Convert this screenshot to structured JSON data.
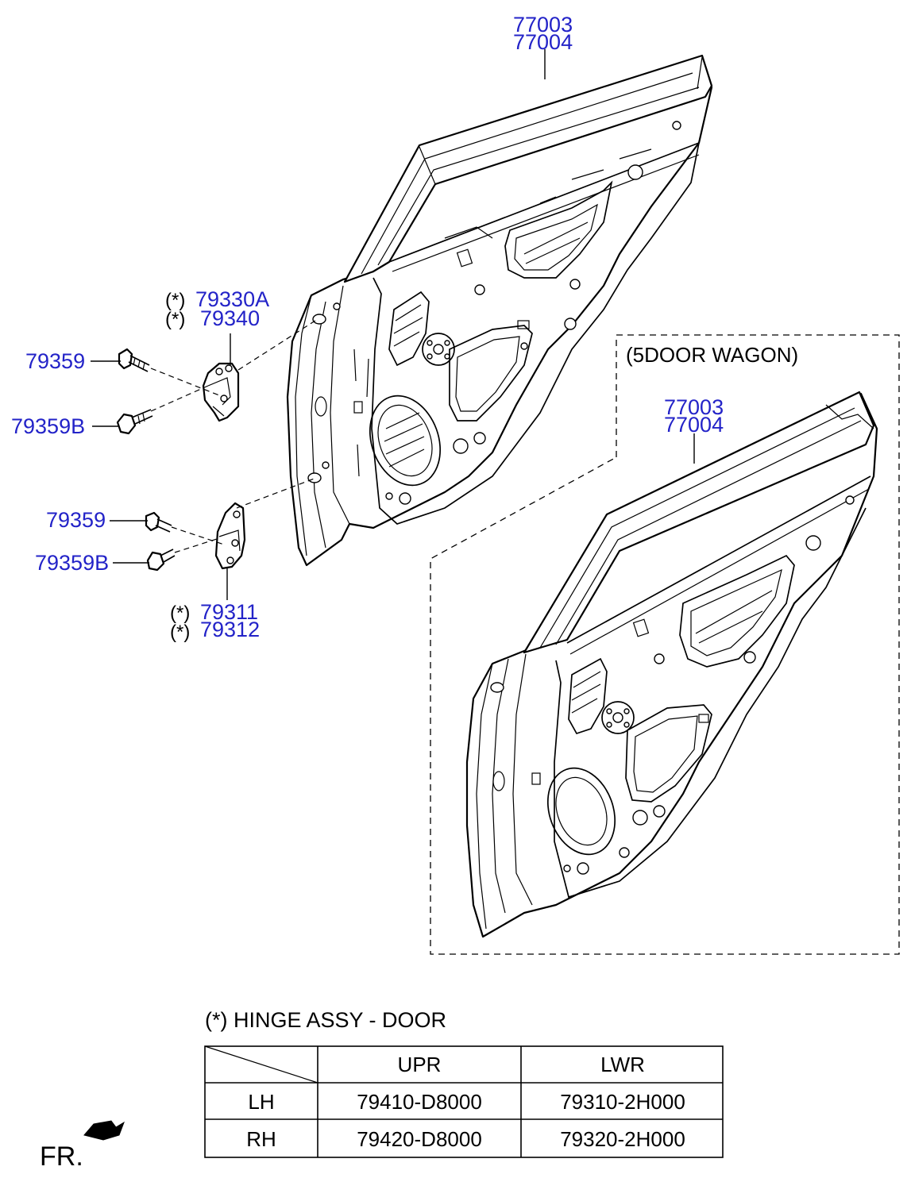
{
  "callouts": {
    "door_main_1": "77003",
    "door_main_2": "77004",
    "hinge_upper_1": "79330A",
    "hinge_upper_2": "79340",
    "bolt_upper_1": "79359",
    "bolt_upper_2": "79359B",
    "bolt_lower_1": "79359",
    "bolt_lower_2": "79359B",
    "hinge_lower_1": "79311",
    "hinge_lower_2": "79312",
    "wagon_door_1": "77003",
    "wagon_door_2": "77004"
  },
  "star_mark": "(*)",
  "wagon_label": "(5DOOR WAGON)",
  "table": {
    "title": "(*) HINGE ASSY - DOOR",
    "headers": [
      "UPR",
      "LWR"
    ],
    "rows": [
      {
        "side": "LH",
        "upr": "79410-D8000",
        "lwr": "79310-2H000"
      },
      {
        "side": "RH",
        "upr": "79420-D8000",
        "lwr": "79320-2H000"
      }
    ]
  },
  "direction_label": "FR.",
  "colors": {
    "callout": "#2323c8",
    "line": "#000000"
  },
  "icons": {
    "front_direction": "arrow-down-left-icon"
  }
}
